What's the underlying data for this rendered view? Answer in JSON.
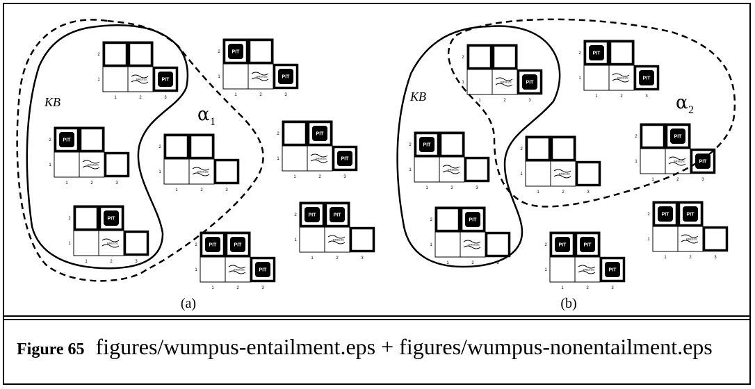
{
  "figure": {
    "label": "Figure 65",
    "caption_text": "figures/wumpus-entailment.eps + figures/wumpus-nonentailment.eps"
  },
  "panels": [
    {
      "label": "(a)",
      "kb_label": "KB",
      "alpha_symbol": "α",
      "alpha_subscript": "1",
      "models": [
        {
          "pits": [
            "3,1"
          ]
        },
        {
          "pits": [
            "1,2"
          ]
        },
        {
          "pits": [
            "2,2"
          ]
        },
        {
          "pits": []
        },
        {
          "pits": [
            "1,2",
            "3,1"
          ]
        },
        {
          "pits": [
            "2,2",
            "3,1"
          ]
        },
        {
          "pits": [
            "1,2",
            "2,2"
          ]
        },
        {
          "pits": [
            "1,2",
            "2,2",
            "3,1"
          ]
        }
      ]
    },
    {
      "label": "(b)",
      "kb_label": "KB",
      "alpha_symbol": "α",
      "alpha_subscript": "2",
      "models": [
        {
          "pits": [
            "3,1"
          ]
        },
        {
          "pits": [
            "1,2"
          ]
        },
        {
          "pits": [
            "2,2"
          ]
        },
        {
          "pits": []
        },
        {
          "pits": [
            "1,2",
            "3,1"
          ]
        },
        {
          "pits": [
            "2,2",
            "3,1"
          ]
        },
        {
          "pits": [
            "1,2",
            "2,2"
          ]
        },
        {
          "pits": [
            "1,2",
            "2,2",
            "3,1"
          ]
        }
      ]
    }
  ],
  "grid": {
    "pit_label": "PIT",
    "breeze_label": "BREEZE",
    "row_labels": [
      "1",
      "2"
    ],
    "col_labels": [
      "1",
      "2",
      "3"
    ]
  }
}
